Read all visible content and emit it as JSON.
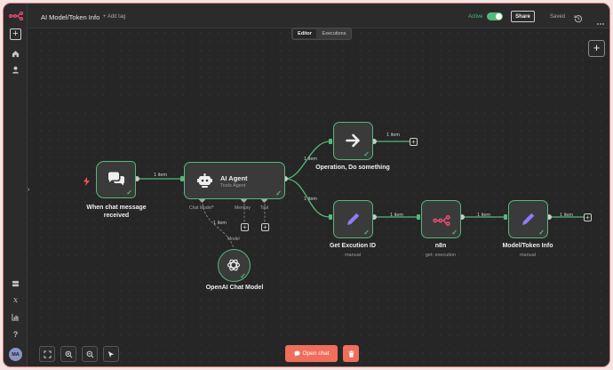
{
  "header": {
    "workflow_name": "AI Model/Token Info",
    "add_tag": "+ Add tag",
    "active_label": "Active",
    "share_label": "Share",
    "saved_label": "Saved"
  },
  "tabs": [
    {
      "label": "Editor",
      "selected": true
    },
    {
      "label": "Executions",
      "selected": false
    }
  ],
  "sidebar": {
    "avatar_initials": "MA",
    "help_glyph": "?"
  },
  "nodes": {
    "chat_trigger": {
      "title": "When chat message received",
      "line1": "When chat message",
      "line2": "received"
    },
    "ai_agent": {
      "title": "AI Agent",
      "subtitle": "Tools Agent",
      "ports": [
        "Chat Model*",
        "Memory",
        "Tool"
      ]
    },
    "operation": {
      "title": "Operation, Do something"
    },
    "get_execution": {
      "title": "Get Excution ID",
      "subtitle": "manual"
    },
    "n8n": {
      "title": "n8n",
      "subtitle": "get: execution"
    },
    "model_token": {
      "title": "Model/Token Info",
      "subtitle": "manual"
    },
    "openai": {
      "title": "OpenAI Chat Model",
      "port_label": "Model"
    }
  },
  "connections": {
    "trigger_agent": "1 item",
    "agent_operation": "1 item",
    "agent_getexec": "1 item",
    "operation_out": "1 item",
    "getexec_n8n": "1 item",
    "n8n_model": "1 item",
    "model_out": "1 item",
    "openai_agent": "1 item"
  },
  "footer": {
    "open_chat_label": "Open chat"
  },
  "colors": {
    "accent_green": "#56b87b",
    "open_chat": "#ef6e5c",
    "trigger_bolt": "#ef5350",
    "pencil": "#8b7cf6",
    "n8n_logo": "#ea4b71"
  }
}
